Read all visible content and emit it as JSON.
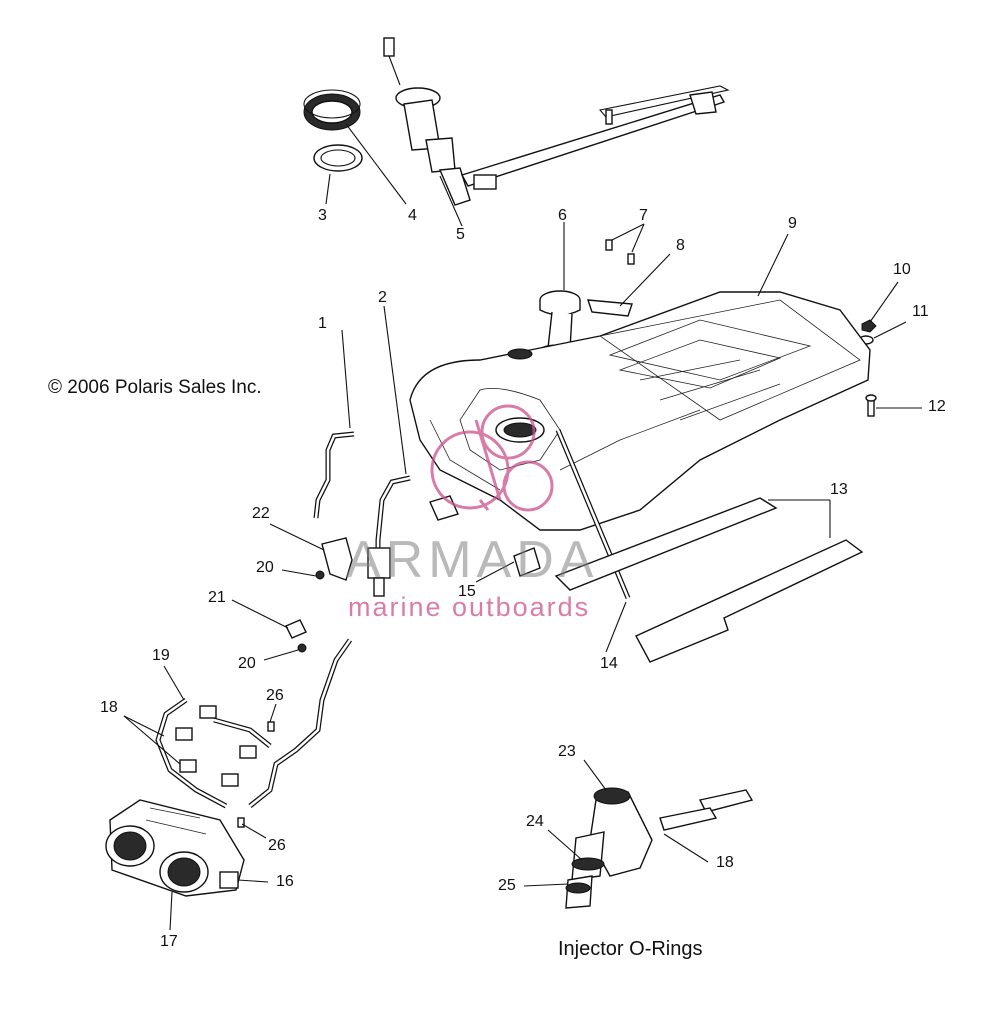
{
  "copyright": "© 2006 Polaris Sales Inc.",
  "caption": "Injector O-Rings",
  "watermark": {
    "title": "ARMADA",
    "subtitle": "marine outboards",
    "pink": "#cc4f8c",
    "gray": "#808080"
  },
  "callouts": [
    "1",
    "2",
    "3",
    "4",
    "5",
    "6",
    "7",
    "8",
    "9",
    "10",
    "11",
    "12",
    "13",
    "14",
    "15",
    "16",
    "17",
    "18",
    "18",
    "19",
    "20",
    "20",
    "21",
    "22",
    "23",
    "24",
    "25",
    "26",
    "26"
  ]
}
